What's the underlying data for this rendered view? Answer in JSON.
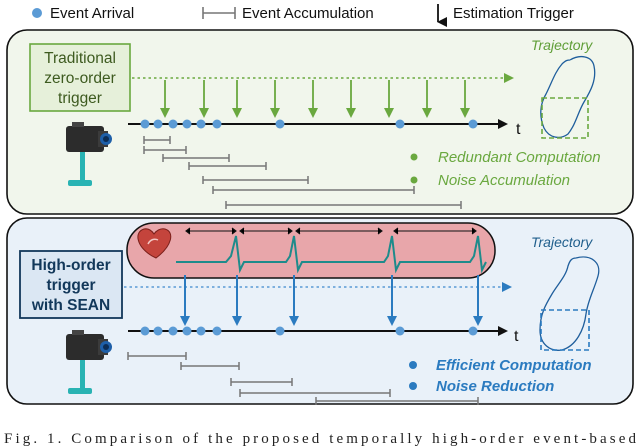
{
  "legend": {
    "event_arrival": "Event Arrival",
    "event_accumulation": "Event Accumulation",
    "estimation_trigger": "Estimation Trigger"
  },
  "top_panel": {
    "trigger_lines": [
      "Traditional",
      "zero-order",
      "trigger"
    ],
    "trajectory_label": "Trajectory",
    "axis_label": "t",
    "notes": [
      "Redundant Computation",
      "Noise Accumulation"
    ]
  },
  "bottom_panel": {
    "trigger_lines": [
      "High-order",
      "trigger",
      "with SEAN"
    ],
    "trajectory_label": "Trajectory",
    "axis_label": "t",
    "notes": [
      "Efficient Computation",
      "Noise Reduction"
    ]
  },
  "caption": "Fig. 1.   Comparison of the proposed temporally high-order event-based",
  "colors": {
    "event_dot": "#5b9bd5",
    "green": "#6aa83f",
    "green_dark": "#3d5a1f",
    "blue": "#2b7bc0",
    "blue_dark": "#12385a",
    "top_panel_bg": "#f1f6ec",
    "bottom_panel_bg": "#e9f1f9",
    "ecg_band": "#e8a6aa"
  },
  "icons": [
    "event-camera-icon",
    "heart-icon",
    "ecg-waveform-icon"
  ]
}
